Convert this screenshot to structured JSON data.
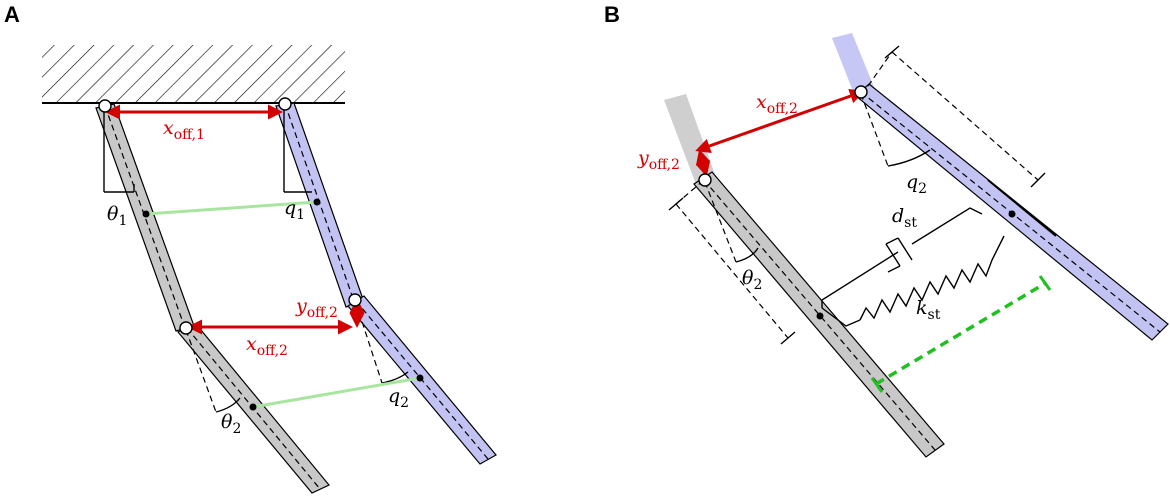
{
  "panels": {
    "a": {
      "letter": "A"
    },
    "b": {
      "letter": "B"
    }
  },
  "labels_a": {
    "xoff1": {
      "main": "x",
      "sub": "off,1"
    },
    "xoff2": {
      "main": "x",
      "sub": "off,2"
    },
    "yoff2": {
      "main": "y",
      "sub": "off,2"
    },
    "theta1": {
      "main": "θ",
      "sub": "1"
    },
    "theta2": {
      "main": "θ",
      "sub": "2"
    },
    "q1": {
      "main": "q",
      "sub": "1"
    },
    "q2": {
      "main": "q",
      "sub": "2"
    }
  },
  "labels_b": {
    "xoff2": {
      "main": "x",
      "sub": "off,2"
    },
    "yoff2": {
      "main": "y",
      "sub": "off,2"
    },
    "theta2": {
      "main": "θ",
      "sub": "2"
    },
    "q2": {
      "main": "q",
      "sub": "2"
    },
    "dst": {
      "main": "d",
      "sub": "st"
    },
    "kst": {
      "main": "k",
      "sub": "st"
    }
  },
  "colors": {
    "human_segment": "#c8c8c8",
    "exo_segment": "#c3c3f3",
    "offset_arrow": "#d20000",
    "coupling_line": "#a8e6a0",
    "distance_line": "#20c020"
  }
}
